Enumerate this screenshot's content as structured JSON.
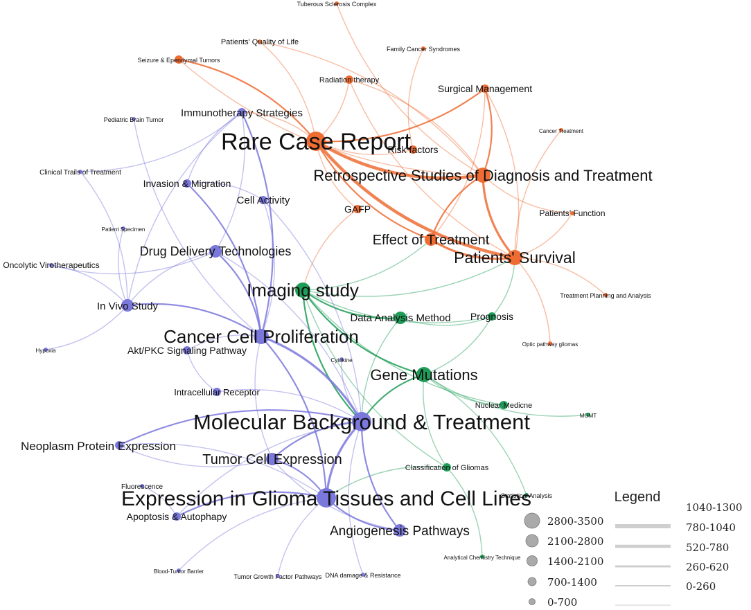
{
  "colors": {
    "purple": "#7b78dc",
    "orange": "#ef6c33",
    "green": "#1f9d58",
    "legend_node": "#aaaaaa",
    "legend_edge": "#cfcfcf"
  },
  "nodes": [
    {
      "id": "tsc",
      "label": "Tuberous Sclerosis Complex",
      "group": "orange",
      "size": 0
    },
    {
      "id": "pql",
      "label": "Patients' Quality of Life",
      "group": "orange",
      "size": 0
    },
    {
      "id": "fcs",
      "label": "Family Cancer Syndromes",
      "group": "orange",
      "size": 0
    },
    {
      "id": "set",
      "label": "Seizure & Ependymal Tumors",
      "group": "orange",
      "size": 1
    },
    {
      "id": "rt",
      "label": "Radiation therapy",
      "group": "orange",
      "size": 1
    },
    {
      "id": "sm",
      "label": "Surgical Management",
      "group": "orange",
      "size": 1
    },
    {
      "id": "ist",
      "label": "Immunotherapy Strategies",
      "group": "purple",
      "size": 1
    },
    {
      "id": "pbt",
      "label": "Pediatric Brain Tumor",
      "group": "purple",
      "size": 0
    },
    {
      "id": "ct",
      "label": "Cancer Treatment",
      "group": "orange",
      "size": 0
    },
    {
      "id": "rcr",
      "label": "Rare Case Report",
      "group": "orange",
      "size": 4
    },
    {
      "id": "rf",
      "label": "Risk factors",
      "group": "orange",
      "size": 1
    },
    {
      "id": "ctt",
      "label": "Clinical Trails of Treatment",
      "group": "purple",
      "size": 0
    },
    {
      "id": "rsdt",
      "label": "Retrospective Studies of Diagnosis and Treatment",
      "group": "orange",
      "size": 3
    },
    {
      "id": "im",
      "label": "Invasion & Migration",
      "group": "purple",
      "size": 1
    },
    {
      "id": "ca",
      "label": "Cell Activity",
      "group": "purple",
      "size": 1
    },
    {
      "id": "gfap",
      "label": "GAFP",
      "group": "orange",
      "size": 1
    },
    {
      "id": "pf",
      "label": "Patients' Function",
      "group": "orange",
      "size": 0
    },
    {
      "id": "ps",
      "label": "Patient Specimen",
      "group": "purple",
      "size": 0
    },
    {
      "id": "et",
      "label": "Effect of Treatment",
      "group": "orange",
      "size": 2
    },
    {
      "id": "ddt",
      "label": "Drug Delivery Technologies",
      "group": "purple",
      "size": 2
    },
    {
      "id": "psv",
      "label": "Patients' Survival",
      "group": "orange",
      "size": 3
    },
    {
      "id": "ov",
      "label": "Oncolytic Virotherapeutics",
      "group": "purple",
      "size": 0
    },
    {
      "id": "is",
      "label": "Imaging study",
      "group": "green",
      "size": 3
    },
    {
      "id": "tpa",
      "label": "Treatment Planning and Analysis",
      "group": "orange",
      "size": 0
    },
    {
      "id": "ivs",
      "label": "In Vivo Study",
      "group": "purple",
      "size": 2
    },
    {
      "id": "dam",
      "label": "Data Analysis Method",
      "group": "green",
      "size": 2
    },
    {
      "id": "prog",
      "label": "Prognosis",
      "group": "green",
      "size": 1
    },
    {
      "id": "ccp",
      "label": "Cancer Cell Proliferation",
      "group": "purple",
      "size": 3
    },
    {
      "id": "opg",
      "label": "Optic pathway gliomas",
      "group": "orange",
      "size": 0
    },
    {
      "id": "hyp",
      "label": "Hypoxia",
      "group": "purple",
      "size": 0
    },
    {
      "id": "akt",
      "label": "Akt/PKC Signaling Pathway",
      "group": "purple",
      "size": 1
    },
    {
      "id": "cyt",
      "label": "Cytokine",
      "group": "purple",
      "size": 0
    },
    {
      "id": "gm",
      "label": "Gene Mutations",
      "group": "green",
      "size": 3
    },
    {
      "id": "icr",
      "label": "Intracellular Receptor",
      "group": "purple",
      "size": 1
    },
    {
      "id": "nm",
      "label": "Nuclear Medicne",
      "group": "green",
      "size": 1
    },
    {
      "id": "mgmt",
      "label": "MGMT",
      "group": "green",
      "size": 0
    },
    {
      "id": "mbt",
      "label": "Molecular Background & Treatment",
      "group": "purple",
      "size": 4
    },
    {
      "id": "npe",
      "label": "Neoplasm Protein Expression",
      "group": "purple",
      "size": 1
    },
    {
      "id": "tce",
      "label": "Tumor Cell Expression",
      "group": "purple",
      "size": 2
    },
    {
      "id": "cog",
      "label": "Classification of Gliomas",
      "group": "green",
      "size": 1
    },
    {
      "id": "fl",
      "label": "Fluorescence",
      "group": "purple",
      "size": 0
    },
    {
      "id": "egt",
      "label": "Expression in Glioma Tissues and Cell Lines",
      "group": "purple",
      "size": 4
    },
    {
      "id": "aa",
      "label": "Apoptosis & Autophapy",
      "group": "purple",
      "size": 1
    },
    {
      "id": "ap",
      "label": "Angiogenesis Pathways",
      "group": "purple",
      "size": 2
    },
    {
      "id": "act",
      "label": "Analytical Chemistry Technique",
      "group": "green",
      "size": 0
    },
    {
      "id": "btb",
      "label": "Blood-Tumor Barrier",
      "group": "purple",
      "size": 0
    },
    {
      "id": "tgfp",
      "label": "Tumor Growth Factor Pathways",
      "group": "purple",
      "size": 0
    },
    {
      "id": "ddr",
      "label": "DNA damage & Resistance",
      "group": "purple",
      "size": 0
    },
    {
      "id": "sa",
      "label": "Statistical Analysis",
      "group": "green",
      "size": 0
    }
  ],
  "edges": [
    {
      "source": "rcr",
      "target": "rsdt",
      "weight": 4
    },
    {
      "source": "rcr",
      "target": "psv",
      "weight": 4
    },
    {
      "source": "rcr",
      "target": "set",
      "weight": 2
    },
    {
      "source": "rcr",
      "target": "rt",
      "weight": 1
    },
    {
      "source": "rcr",
      "target": "sm",
      "weight": 2
    },
    {
      "source": "rcr",
      "target": "et",
      "weight": 2
    },
    {
      "source": "rcr",
      "target": "rf",
      "weight": 1
    },
    {
      "source": "rcr",
      "target": "gfap",
      "weight": 1
    },
    {
      "source": "rcr",
      "target": "ist",
      "weight": 1
    },
    {
      "source": "rcr",
      "target": "pql",
      "weight": 1
    },
    {
      "source": "rsdt",
      "target": "psv",
      "weight": 3
    },
    {
      "source": "rsdt",
      "target": "sm",
      "weight": 2
    },
    {
      "source": "rsdt",
      "target": "et",
      "weight": 2
    },
    {
      "source": "rsdt",
      "target": "rt",
      "weight": 1
    },
    {
      "source": "rsdt",
      "target": "pf",
      "weight": 1
    },
    {
      "source": "rsdt",
      "target": "pql",
      "weight": 1
    },
    {
      "source": "et",
      "target": "psv",
      "weight": 3
    },
    {
      "source": "et",
      "target": "sm",
      "weight": 1
    },
    {
      "source": "psv",
      "target": "sm",
      "weight": 1
    },
    {
      "source": "psv",
      "target": "pf",
      "weight": 1
    },
    {
      "source": "set",
      "target": "rsdt",
      "weight": 1
    },
    {
      "source": "rt",
      "target": "psv",
      "weight": 1
    },
    {
      "source": "gfap",
      "target": "is",
      "weight": 1
    },
    {
      "source": "is",
      "target": "dam",
      "weight": 2
    },
    {
      "source": "is",
      "target": "gm",
      "weight": 2
    },
    {
      "source": "is",
      "target": "mbt",
      "weight": 2
    },
    {
      "source": "is",
      "target": "prog",
      "weight": 1
    },
    {
      "source": "is",
      "target": "cog",
      "weight": 1
    },
    {
      "source": "is",
      "target": "psv",
      "weight": 1
    },
    {
      "source": "is",
      "target": "et",
      "weight": 1
    },
    {
      "source": "is",
      "target": "nm",
      "weight": 1
    },
    {
      "source": "gm",
      "target": "mbt",
      "weight": 2
    },
    {
      "source": "gm",
      "target": "prog",
      "weight": 1
    },
    {
      "source": "gm",
      "target": "nm",
      "weight": 1
    },
    {
      "source": "gm",
      "target": "cog",
      "weight": 1
    },
    {
      "source": "gm",
      "target": "mgmt",
      "weight": 1
    },
    {
      "source": "dam",
      "target": "prog",
      "weight": 1
    },
    {
      "source": "dam",
      "target": "mbt",
      "weight": 1
    },
    {
      "source": "prog",
      "target": "psv",
      "weight": 1
    },
    {
      "source": "cog",
      "target": "egt",
      "weight": 1
    },
    {
      "source": "mbt",
      "target": "egt",
      "weight": 3
    },
    {
      "source": "mbt",
      "target": "ccp",
      "weight": 3
    },
    {
      "source": "mbt",
      "target": "tce",
      "weight": 2
    },
    {
      "source": "mbt",
      "target": "ap",
      "weight": 2
    },
    {
      "source": "mbt",
      "target": "npe",
      "weight": 2
    },
    {
      "source": "mbt",
      "target": "icr",
      "weight": 1
    },
    {
      "source": "mbt",
      "target": "ddt",
      "weight": 1
    },
    {
      "source": "mbt",
      "target": "ca",
      "weight": 1
    },
    {
      "source": "mbt",
      "target": "aa",
      "weight": 1
    },
    {
      "source": "egt",
      "target": "tce",
      "weight": 2
    },
    {
      "source": "egt",
      "target": "ap",
      "weight": 2
    },
    {
      "source": "egt",
      "target": "aa",
      "weight": 2
    },
    {
      "source": "egt",
      "target": "ccp",
      "weight": 2
    },
    {
      "source": "egt",
      "target": "npe",
      "weight": 1
    },
    {
      "source": "ccp",
      "target": "ddt",
      "weight": 2
    },
    {
      "source": "ccp",
      "target": "im",
      "weight": 2
    },
    {
      "source": "ccp",
      "target": "ist",
      "weight": 2
    },
    {
      "source": "ccp",
      "target": "ivs",
      "weight": 2
    },
    {
      "source": "ccp",
      "target": "akt",
      "weight": 1
    },
    {
      "source": "ccp",
      "target": "ca",
      "weight": 1
    },
    {
      "source": "ccp",
      "target": "tce",
      "weight": 1
    },
    {
      "source": "ddt",
      "target": "ivs",
      "weight": 1
    },
    {
      "source": "ddt",
      "target": "ist",
      "weight": 1
    },
    {
      "source": "ist",
      "target": "ivs",
      "weight": 1
    },
    {
      "source": "ist",
      "target": "im",
      "weight": 1
    },
    {
      "source": "ivs",
      "target": "ov",
      "weight": 1
    },
    {
      "source": "ivs",
      "target": "ctt",
      "weight": 1
    },
    {
      "source": "ctt",
      "target": "ist",
      "weight": 1
    },
    {
      "source": "ov",
      "target": "ddt",
      "weight": 1
    },
    {
      "source": "npe",
      "target": "tce",
      "weight": 1
    },
    {
      "source": "tce",
      "target": "ap",
      "weight": 1
    },
    {
      "source": "aa",
      "target": "fl",
      "weight": 1
    },
    {
      "source": "akt",
      "target": "icr",
      "weight": 1
    },
    {
      "source": "ca",
      "target": "im",
      "weight": 1
    },
    {
      "source": "mbt",
      "target": "ddr",
      "weight": 1
    },
    {
      "source": "egt",
      "target": "btb",
      "weight": 1
    },
    {
      "source": "egt",
      "target": "tgfp",
      "weight": 1
    },
    {
      "source": "pbt",
      "target": "ccp",
      "weight": 1
    },
    {
      "source": "hyp",
      "target": "ivs",
      "weight": 1
    },
    {
      "source": "ps",
      "target": "ivs",
      "weight": 1
    },
    {
      "source": "tsc",
      "target": "rsdt",
      "weight": 1
    },
    {
      "source": "fcs",
      "target": "rf",
      "weight": 1
    },
    {
      "source": "ct",
      "target": "psv",
      "weight": 1
    },
    {
      "source": "tpa",
      "target": "psv",
      "weight": 1
    },
    {
      "source": "opg",
      "target": "psv",
      "weight": 1
    },
    {
      "source": "act",
      "target": "cog",
      "weight": 1
    },
    {
      "source": "sa",
      "target": "gm",
      "weight": 1
    },
    {
      "source": "cyt",
      "target": "mbt",
      "weight": 1
    }
  ],
  "legend": {
    "title": "Legend",
    "node_sizes": [
      "2800-3500",
      "2100-2800",
      "1400-2100",
      "700-1400",
      "0-700"
    ],
    "edge_weights": [
      "1040-1300",
      "780-1040",
      "520-780",
      "260-620",
      "0-260"
    ]
  }
}
